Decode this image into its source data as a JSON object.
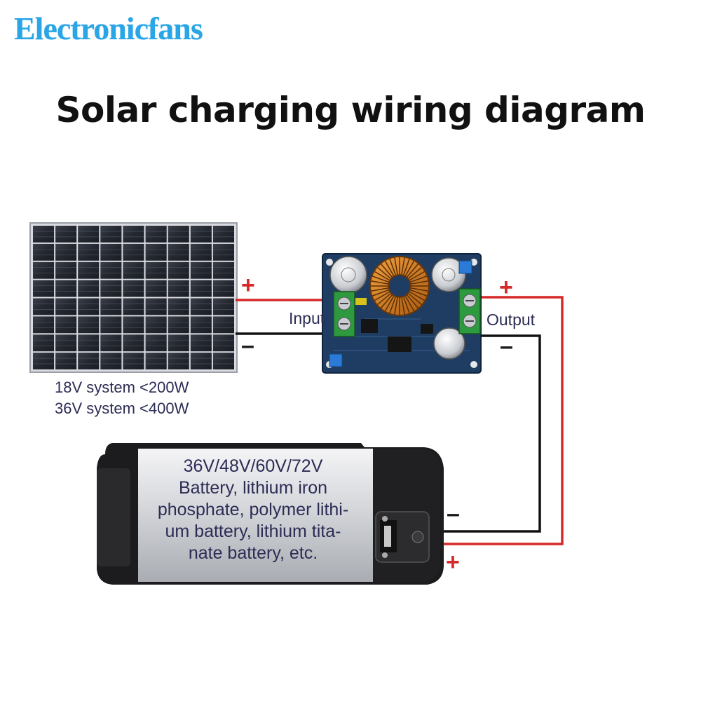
{
  "brand": {
    "logo_text": "Electronicfans"
  },
  "header": {
    "title": "Solar charging wiring diagram"
  },
  "converter": {
    "input_label": "Input",
    "output_label": "Output"
  },
  "solar_panel": {
    "system_1": "18V system <200W",
    "system_2": "36V system <400W"
  },
  "battery": {
    "lines": [
      "36V/48V/60V/72V",
      "Battery, lithium iron",
      "phosphate, polymer lithi-",
      "um battery, lithium tita-",
      "nate battery, etc."
    ]
  },
  "polarity": {
    "plus": "+",
    "minus": "–"
  },
  "colors": {
    "positive_wire": "#d62a2a",
    "negative_wire": "#111111",
    "brand": "#2aa6e6",
    "pcb": "#1f3d63",
    "terminal": "#2e9a3f"
  }
}
